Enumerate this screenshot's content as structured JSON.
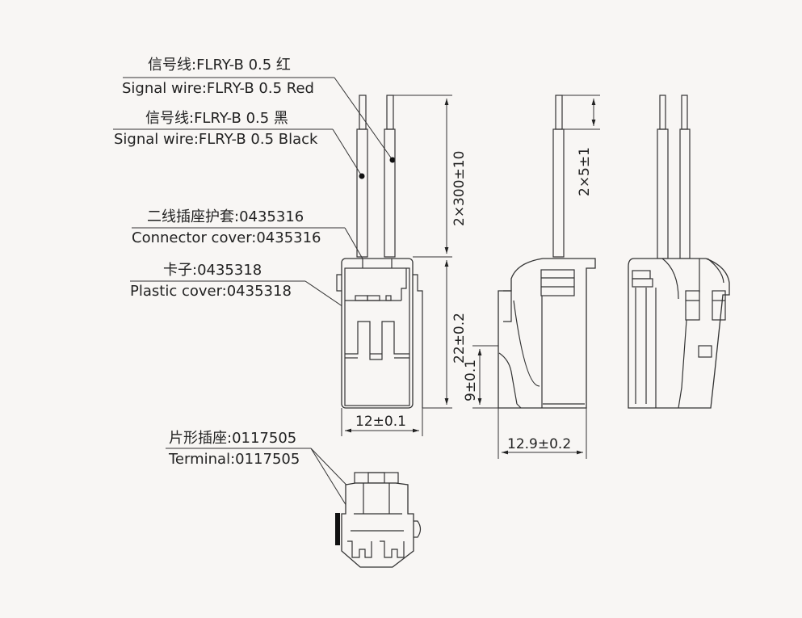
{
  "callouts": {
    "signal_red": {
      "cn": "信号线:FLRY-B 0.5 红",
      "en": "Signal wire:FLRY-B 0.5 Red"
    },
    "signal_black": {
      "cn": "信号线:FLRY-B 0.5 黑",
      "en": "Signal wire:FLRY-B 0.5 Black"
    },
    "connector_cover": {
      "cn": "二线插座护套:0435316",
      "en": "Connector cover:0435316"
    },
    "plastic_cover": {
      "cn": "卡子:0435318",
      "en": "Plastic cover:0435318"
    },
    "terminal": {
      "cn": "片形插座:0117505",
      "en": "Terminal:0117505"
    }
  },
  "dimensions": {
    "wire_length": "2×300±10",
    "strip_length": "2×5±1",
    "height": "22±0.2",
    "width": "12±0.1",
    "depth": "12.9±0.2",
    "latch_height": "9±0.1"
  },
  "colors": {
    "line": "#333333",
    "background": "#f8f6f4"
  }
}
